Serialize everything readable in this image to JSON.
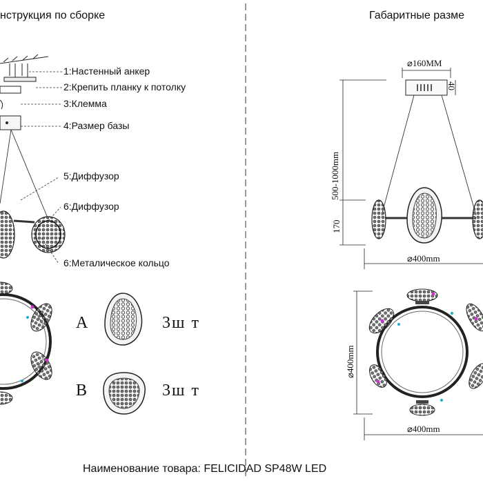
{
  "headers": {
    "left": "нструкция по сборке",
    "right": "Габаритные разме"
  },
  "callouts": [
    "1:Настенный анкер",
    "2:Крепить планку к потолку",
    "3:Клемма",
    "4:Размер базы",
    "5:Диффузор",
    "6:Диффузор",
    "6:Металическое кольцо"
  ],
  "parts": [
    {
      "letter": "A",
      "qty": "3ш т"
    },
    {
      "letter": "B",
      "qty": "3ш т"
    }
  ],
  "dimensions": {
    "base_diameter": "⌀160MM",
    "base_height": "40",
    "cable_length": "500-1000mm",
    "diffuser_height": "170",
    "ring_width_side": "⌀400mm",
    "ring_width_top": "⌀400mm",
    "ring_height_top": "⌀400mm"
  },
  "footer": "Наименование товара: FELICIDAD SP48W LED",
  "colors": {
    "accent_dots": "#cc33cc",
    "cyan_dots": "#22aacc",
    "line": "#222222"
  }
}
